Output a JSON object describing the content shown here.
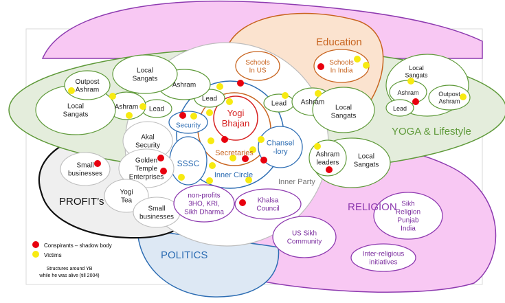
{
  "regions": {
    "education": "Education",
    "yoga": "YOGA & Lifestyle",
    "religion": "RELIGION",
    "profits": "PROFIT’s",
    "politics": "POLITICS",
    "inner_party": "Inner Party",
    "inner_circle": "Inner Circle"
  },
  "nodes": {
    "yogi_bhajan": [
      "Yogi",
      "Bhajan"
    ],
    "secretaries": "Secretaries",
    "security": "Security",
    "sssc": "SSSC",
    "chanselory": [
      "Chansel",
      "-lory"
    ],
    "schools_in_us": [
      "Schools",
      "In US"
    ],
    "schools_in_india": [
      "Schools",
      "In India"
    ],
    "lead_inner": "Lead",
    "lead_right": "Lead",
    "lead_left": "Lead",
    "ashram_inner": "Ashram",
    "ashram_right": "Ashram",
    "ashram_left": "Ashram",
    "local_sangats_top": [
      "Local",
      "Sangats"
    ],
    "local_sangats_left": [
      "Local",
      "Sangats"
    ],
    "local_sangats_right": [
      "Local",
      "Sangats"
    ],
    "local_sangats_right2": [
      "Local",
      "Sangats"
    ],
    "outpost_ashram_left": [
      "Outpost",
      "Ashram"
    ],
    "ashram_leaders": [
      "Ashram",
      "leaders"
    ],
    "yoga_local_sangats": [
      "Local",
      "Sangats"
    ],
    "yoga_ashram": "Ashram",
    "yoga_outpost": [
      "Outpost",
      "Ashram"
    ],
    "yoga_lead": "Lead",
    "akal_security": [
      "Akal",
      "Security"
    ],
    "golden_temple": [
      "Golden",
      "Temple",
      "Enterprises"
    ],
    "small_businesses_1": [
      "Small",
      "businesses"
    ],
    "small_businesses_2": [
      "Small",
      "businesses"
    ],
    "yogi_tea": [
      "Yogi",
      "Tea"
    ],
    "non_profits": [
      "non-profits",
      "3HO, KRI,",
      "Sikh Dharma"
    ],
    "khalsa_council": [
      "Khalsa",
      "Council"
    ],
    "us_sikh": [
      "US Sikh",
      "Community"
    ],
    "sikh_religion": [
      "Sikh",
      "Religion",
      "Punjab",
      "India"
    ],
    "inter_religious": [
      "Inter-religious",
      "initiatives"
    ]
  },
  "legend": {
    "conspirants": "Conspirants – shadow body",
    "victims": "Victims",
    "conspirants_color": "#e8000e",
    "victims_color": "#f7ea11"
  },
  "caption": [
    "Structures around YB",
    "while he was alive (till 2004)"
  ],
  "colors": {
    "education": "#c8641f",
    "yoga": "#5f9a3a",
    "religion": "#8e3bb0",
    "politics": "#2d6db3",
    "red_text": "#d62020",
    "orange_text": "#c8641f",
    "blue_text": "#2d6db3",
    "purple_text": "#7a2c9e"
  }
}
